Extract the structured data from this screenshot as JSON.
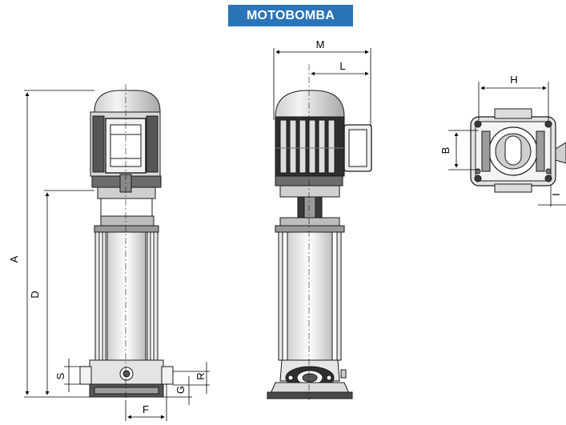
{
  "title": "MOTOBOMBA",
  "colors": {
    "title_bg": "#2b74b8",
    "title_text": "#ffffff",
    "line": "#1a1a1a",
    "grey_dark": "#3a3a3a",
    "grey_mid": "#9a9a9a",
    "grey_light": "#d6d6d6"
  },
  "dimensions": {
    "A": "A",
    "D": "D",
    "S": "S",
    "G": "G",
    "R": "R",
    "F": "F",
    "M": "M",
    "L": "L",
    "H": "H",
    "B": "B",
    "I": "I"
  }
}
